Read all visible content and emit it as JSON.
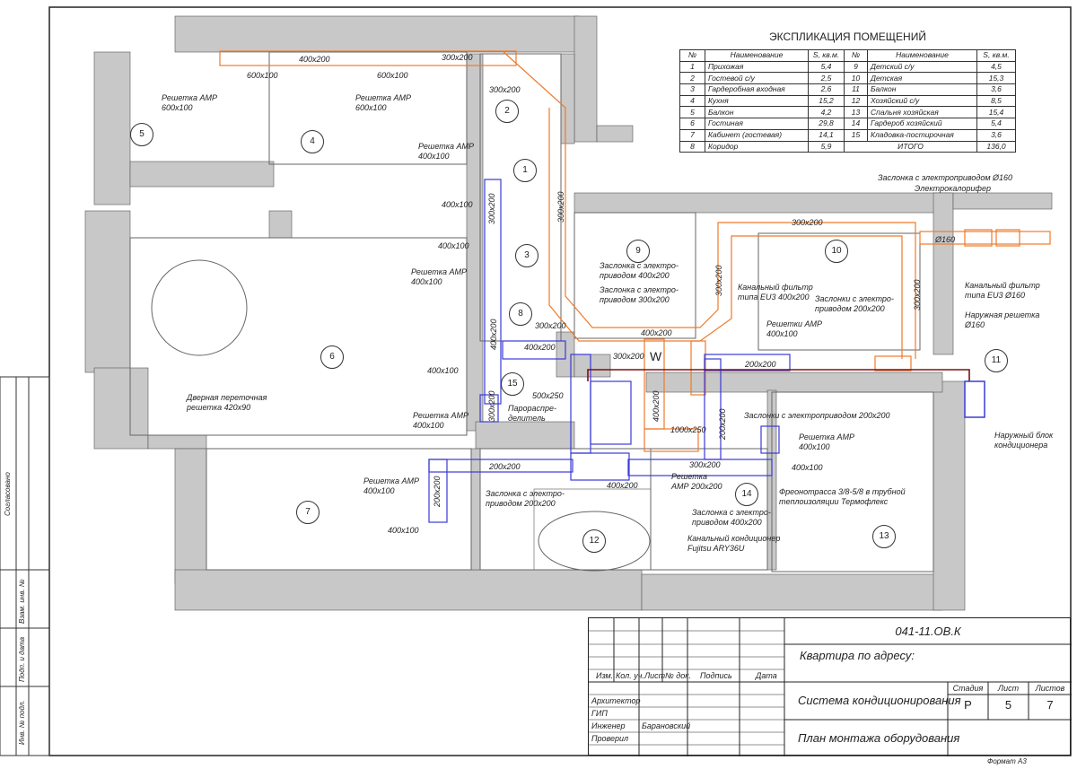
{
  "explication": {
    "title": "ЭКСПЛИКАЦИЯ ПОМЕЩЕНИЙ",
    "headers": [
      "№",
      "Наименование",
      "S, кв.м.",
      "№",
      "Наименование",
      "S, кв.м."
    ],
    "rows": [
      [
        "1",
        "Прихожая",
        "5,4",
        "9",
        "Детский с/у",
        "4,5"
      ],
      [
        "2",
        "Гостевой с/у",
        "2,5",
        "10",
        "Детская",
        "15,3"
      ],
      [
        "3",
        "Гардеробная входная",
        "2,6",
        "11",
        "Балкон",
        "3,6"
      ],
      [
        "4",
        "Кухня",
        "15,2",
        "12",
        "Хозяйский с/у",
        "8,5"
      ],
      [
        "5",
        "Балкон",
        "4,2",
        "13",
        "Спальня хозяйская",
        "15,4"
      ],
      [
        "6",
        "Гостиная",
        "29,8",
        "14",
        "Гардероб хозяйский",
        "5,4"
      ],
      [
        "7",
        "Кабинет (гостевая)",
        "14,1",
        "15",
        "Кладовка-постирочная",
        "3,6"
      ]
    ],
    "last_row": [
      "8",
      "Коридор",
      "5,9"
    ],
    "total_label": "ИТОГО",
    "total_value": "136,0"
  },
  "rooms": [
    "1",
    "2",
    "3",
    "4",
    "5",
    "6",
    "7",
    "8",
    "9",
    "10",
    "11",
    "12",
    "13",
    "14",
    "15"
  ],
  "labels": {
    "grille_600_a": "Решетка АМР\n600х100",
    "grille_600_b": "Решетка АМР\n600х100",
    "grille_400_a": "Решетка АМР\n400х100",
    "grille_400_b": "Решетка АМР\n400х100",
    "grille_400_c": "Решетка АМР\n400х100",
    "grille_400_d": "Решетка АМР\n400х100",
    "door_grille": "Дверная переточная\nрешетка 420х90",
    "damper_400_top": "Заслонка с электро-\nприводом 400х200",
    "damper_300": "Заслонка с электро-\nприводом 300х200",
    "filter_400": "Канальный фильтр\nтипа EU3 400х200",
    "dampers_200": "Заслонки с электро-\nприводом 200х200",
    "grilles_400": "Решетки АМР\n400х100",
    "dampers_200_line": "Заслонки с электроприводом 200х200",
    "grille_400_e": "Решетка АМР\n400х100",
    "freon": "Фреонотрасса 3/8-5/8 в трубной\nтеплоизоляции Термофлекс",
    "damper_400_bottom": "Заслонка с электро-\nприводом 400х200",
    "ac_unit": "Канальный кондиционер\nFujitsu ARY36U",
    "grille_200": "Решетка\nАМР 200х200",
    "damper_200_left": "Заслонка с электро-\nприводом 200х200",
    "steam": "Парораспре-\nделитель",
    "damper_160": "Заслонка с электроприводом Ø160",
    "heater": "Электрокалорифер",
    "filter_160": "Канальный фильтр\nтипа EU3 Ø160",
    "outdoor_grille": "Наружная решетка\nØ160",
    "outdoor_unit": "Наружный блок\nкондиционера",
    "w": "W"
  },
  "dims": {
    "d1": "400х200",
    "d2": "600х100",
    "d3": "600х100",
    "d4": "300х200",
    "d5": "300х200",
    "d6": "400х100",
    "d7": "400х100",
    "d8": "400х100",
    "d9": "400х100",
    "d10": "200х200",
    "d11": "400х200",
    "d12": "300х200",
    "d13": "300х200",
    "d14": "400х200",
    "d15": "500х250",
    "d16": "1000х250",
    "d17": "300х200",
    "d18": "400х200",
    "d19": "300х200",
    "d20": "200х200",
    "d21": "400х100",
    "d22": "Ø160",
    "v1": "300х200",
    "v2": "300х200",
    "v3": "400х200",
    "v4": "300х200",
    "v5": "200х200",
    "v6": "400х200",
    "v7": "200х200",
    "v8": "300х200",
    "v9": "300х200"
  },
  "stamp": {
    "agreed": "Согласовано",
    "replace": "Взам. инв. №",
    "sign_date": "Подп. и дата",
    "inv": "Инв. № подл."
  },
  "title_block": {
    "code": "041-11.ОВ.К",
    "address": "Квартира по адресу:",
    "cols": [
      "Изм.",
      "Кол. уч.",
      "Лист",
      "№ док.",
      "Подпись",
      "Дата"
    ],
    "roles": [
      "Архитектор",
      "ГИП",
      "Инженер",
      "Проверил"
    ],
    "engineer": "Барановский",
    "system": "Система кондиционирования",
    "plan": "План монтажа оборудования",
    "stage_label": "Стадия",
    "sheet_label": "Лист",
    "sheets_label": "Листов",
    "stage": "Р",
    "sheet": "5",
    "sheets": "7",
    "format": "Формат А3"
  },
  "colors": {
    "supply": "#f07a2a",
    "return": "#3a3ad8",
    "freon": "#7a1010",
    "wall": "#c8c8c8"
  }
}
